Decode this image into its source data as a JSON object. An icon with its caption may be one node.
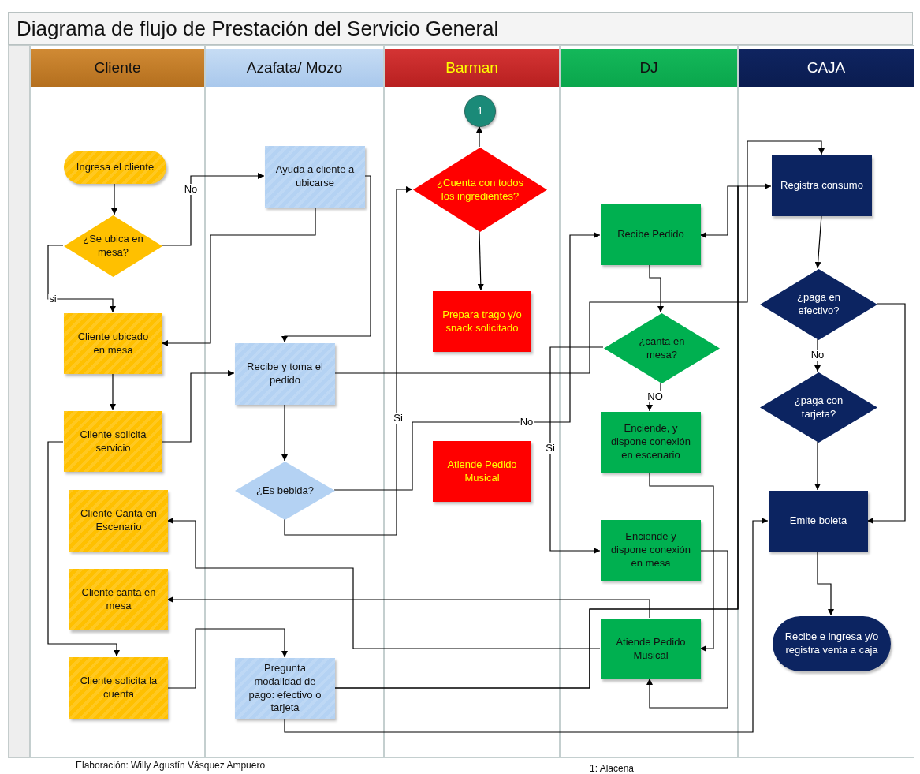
{
  "diagram": {
    "title": "Diagrama de flujo de Prestación del Servicio General",
    "nodes": [
      {
        "text": [
          "Cliente"
        ]
      },
      {
        "text": [
          "Azafata/ Mozo"
        ]
      },
      {
        "text": [
          "Barman"
        ]
      },
      {
        "text": [
          "DJ"
        ]
      },
      {
        "text": [
          "CAJA"
        ]
      },
      {
        "text": [
          "Ingresa el cliente"
        ],
        "in": 0
      },
      {
        "text": [
          "¿Se ubica en mesa?"
        ],
        "in": 0
      },
      {
        "text": [
          "Cliente ubicado en mesa"
        ],
        "in": 0
      },
      {
        "text": [
          "Cliente solicita servicio"
        ],
        "in": 0
      },
      {
        "text": [
          "Cliente Canta en Escenario"
        ],
        "in": 0
      },
      {
        "text": [
          "Cliente canta en mesa"
        ],
        "in": 0
      },
      {
        "text": [
          "Cliente solicita la cuenta"
        ],
        "in": 0
      },
      {
        "text": [
          "Ayuda a cliente a ubicarse"
        ],
        "in": 1
      },
      {
        "text": [
          "Recibe y toma el pedido"
        ],
        "in": 1
      },
      {
        "text": [
          "¿Es bebida?"
        ],
        "in": 1
      },
      {
        "text": [
          "Pregunta modalidad de pago: efectivo o tarjeta"
        ],
        "in": 1
      },
      {
        "text": [
          "1"
        ],
        "in": 2
      },
      {
        "text": [
          "¿Cuenta con todos los ingredientes?"
        ],
        "in": 2
      },
      {
        "text": [
          "Prepara trago y/o snack solicitado"
        ],
        "in": 2
      },
      {
        "text": [
          "Atiende Pedido Musical"
        ],
        "in": 2
      },
      {
        "text": [
          "Recibe Pedido"
        ],
        "in": 3
      },
      {
        "text": [
          "¿canta en mesa?"
        ],
        "in": 3
      },
      {
        "text": [
          "Enciende, y dispone conexión en escenario"
        ],
        "in": 3
      },
      {
        "text": [
          "Enciende y dispone conexión en mesa"
        ],
        "in": 3
      },
      {
        "text": [
          "Atiende Pedido Musical"
        ],
        "in": 3
      },
      {
        "text": [
          "Registra consumo"
        ],
        "in": 4
      },
      {
        "text": [
          "¿paga en efectivo?"
        ],
        "in": 4
      },
      {
        "text": [
          "¿paga con tarjeta?"
        ],
        "in": 4
      },
      {
        "text": [
          "Emite boleta"
        ],
        "in": 4
      },
      {
        "text": [
          "Recibe e ingresa y/o registra venta a caja"
        ],
        "in": 4
      }
    ],
    "edges": [
      {
        "from": 5,
        "to": 6,
        "arrow": "to"
      },
      {
        "from": 6,
        "to": 12,
        "arrow": "to",
        "label": "No"
      },
      {
        "from": 6,
        "to": 7,
        "arrow": "to",
        "label": "si"
      },
      {
        "from": 12,
        "to": 7,
        "arrow": "to"
      },
      {
        "from": 12,
        "to": 13,
        "arrow": "to"
      },
      {
        "from": 7,
        "to": 8,
        "arrow": "to"
      },
      {
        "from": 8,
        "to": 13,
        "arrow": "to"
      },
      {
        "from": 8,
        "to": 11,
        "arrow": "to"
      },
      {
        "from": 13,
        "to": 14,
        "arrow": "to"
      },
      {
        "from": 13,
        "to": 25,
        "arrow": "to"
      },
      {
        "from": 14,
        "to": 20,
        "arrow": "to",
        "label": "No"
      },
      {
        "from": 14,
        "to": 17,
        "arrow": "to",
        "label": "Si"
      },
      {
        "from": 17,
        "to": 16,
        "arrow": "to"
      },
      {
        "from": 17,
        "to": 18,
        "arrow": "to"
      },
      {
        "from": 20,
        "to": 21,
        "arrow": "to"
      },
      {
        "from": 21,
        "to": 22,
        "arrow": "to",
        "label": "NO"
      },
      {
        "from": 21,
        "to": 23,
        "arrow": "to",
        "label": "Si"
      },
      {
        "from": 22,
        "to": 24,
        "arrow": "to"
      },
      {
        "from": 23,
        "to": 24,
        "arrow": "to"
      },
      {
        "from": 24,
        "to": 9,
        "arrow": "to"
      },
      {
        "from": 24,
        "to": 10,
        "arrow": "to"
      },
      {
        "from": 11,
        "to": 15,
        "arrow": "to"
      },
      {
        "from": 15,
        "to": 25,
        "arrow": "to"
      },
      {
        "from": 15,
        "to": 20,
        "arrow": "to"
      },
      {
        "from": 15,
        "to": 28,
        "arrow": "to"
      },
      {
        "from": 25,
        "to": 26,
        "arrow": "to"
      },
      {
        "from": 26,
        "to": 27,
        "arrow": "to",
        "label": "No"
      },
      {
        "from": 26,
        "to": 28,
        "arrow": "to"
      },
      {
        "from": 27,
        "to": 28,
        "arrow": "to"
      },
      {
        "from": 28,
        "to": 29,
        "arrow": "to"
      }
    ],
    "labels": [
      "Elaboración: Willy Agustín Vásquez Ampuero",
      "1: Alacena"
    ]
  }
}
